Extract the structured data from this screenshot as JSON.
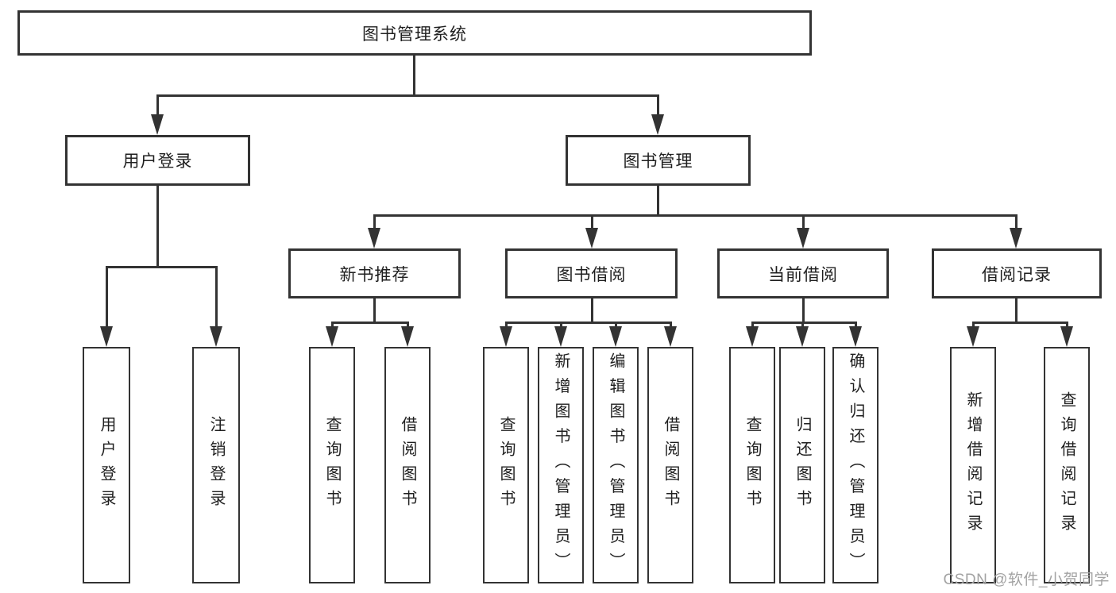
{
  "diagram_type": "hierarchy-tree",
  "watermark": "CSDN @软件_小贺同学",
  "colors": {
    "line": "#333333",
    "box_border": "#333333",
    "text": "#1f1f1f",
    "watermark": "#a3a3a3",
    "background": "#ffffff"
  },
  "tree": {
    "label": "图书管理系统",
    "children": [
      {
        "label": "用户登录",
        "children": [
          {
            "label": "用户登录"
          },
          {
            "label": "注销登录"
          }
        ]
      },
      {
        "label": "图书管理",
        "children": [
          {
            "label": "新书推荐",
            "children": [
              {
                "label": "查询图书"
              },
              {
                "label": "借阅图书"
              }
            ]
          },
          {
            "label": "图书借阅",
            "children": [
              {
                "label": "查询图书"
              },
              {
                "label": "新增图书（管理员）"
              },
              {
                "label": "编辑图书（管理员）"
              },
              {
                "label": "借阅图书"
              }
            ]
          },
          {
            "label": "当前借阅",
            "children": [
              {
                "label": "查询图书"
              },
              {
                "label": "归还图书"
              },
              {
                "label": "确认归还（管理员）"
              }
            ]
          },
          {
            "label": "借阅记录",
            "children": [
              {
                "label": "新增借阅记录"
              },
              {
                "label": "查询借阅记录"
              }
            ]
          }
        ]
      }
    ]
  }
}
